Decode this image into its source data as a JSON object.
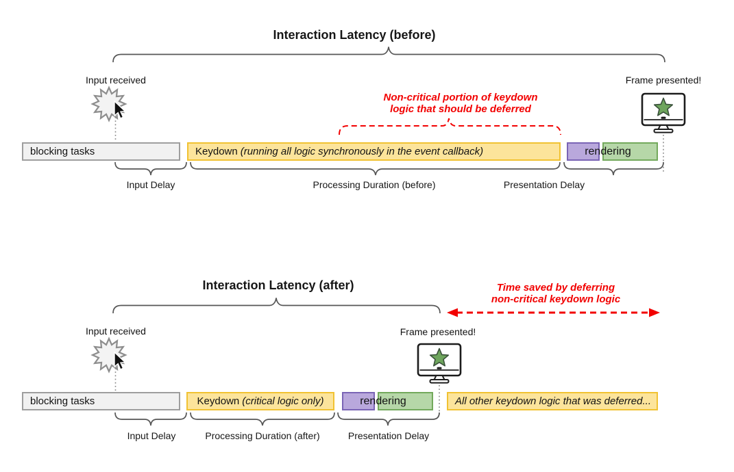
{
  "colors": {
    "red": "#f20000",
    "task_gray_fill": "#f1f1f1",
    "task_gray_border": "#9e9e9e",
    "task_yellow_fill": "#fce49b",
    "task_yellow_border": "#f1c232",
    "task_purple_fill": "#b9a8dc",
    "task_purple_border": "#7a64b5",
    "task_green_fill": "#b6d7a8",
    "task_green_border": "#73a95c",
    "star_green": "#6ea55d"
  },
  "before": {
    "title": "Interaction Latency (before)",
    "input_received_label": "Input received",
    "frame_presented_label": "Frame presented!",
    "annotation": {
      "line1": "Non-critical portion of keydown",
      "line2": "logic that should be deferred"
    },
    "bars": {
      "blocking_tasks": "blocking tasks",
      "keydown_name": "Keydown",
      "keydown_detail": "(running all logic synchronously in the event callback)",
      "rendering_label": "rendering"
    },
    "brace_labels": {
      "input_delay": "Input Delay",
      "processing_duration": "Processing Duration (before)",
      "presentation_delay": "Presentation Delay"
    }
  },
  "after": {
    "title": "Interaction Latency (after)",
    "input_received_label": "Input received",
    "frame_presented_label": "Frame presented!",
    "annotation": {
      "line1": "Time saved by deferring",
      "line2": "non-critical keydown logic"
    },
    "bars": {
      "blocking_tasks": "blocking tasks",
      "keydown_name": "Keydown",
      "keydown_detail": "(critical logic only)",
      "rendering_label": "rendering",
      "deferred": "All other keydown logic that was deferred..."
    },
    "brace_labels": {
      "input_delay": "Input Delay",
      "processing_duration": "Processing Duration (after)",
      "presentation_delay": "Presentation Delay"
    }
  }
}
